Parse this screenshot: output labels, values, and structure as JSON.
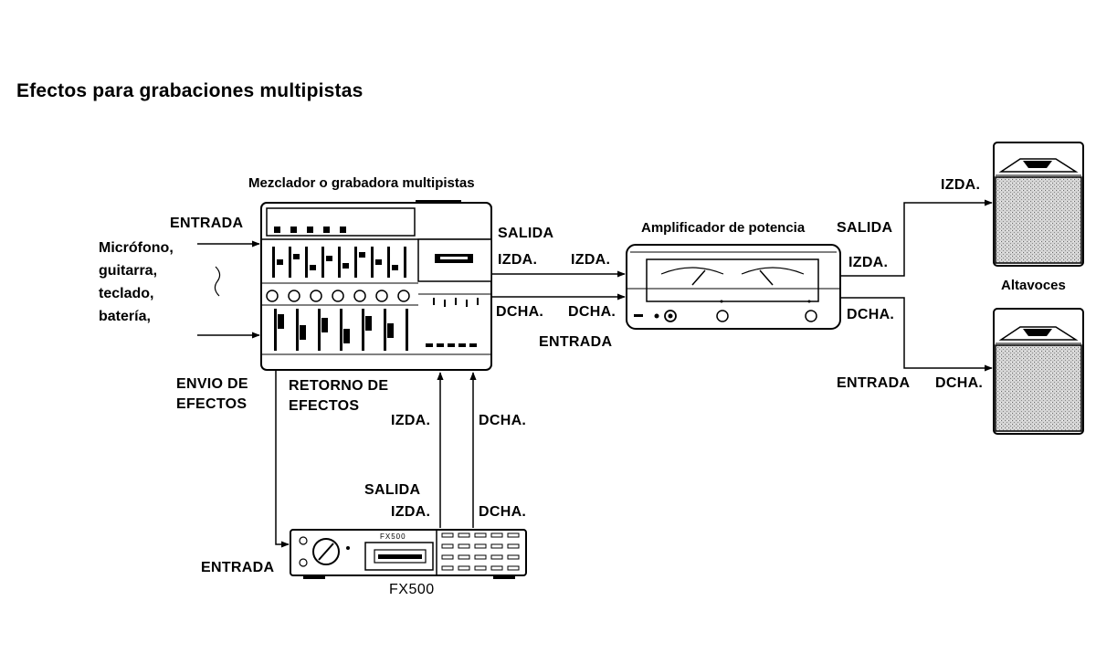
{
  "title": "Efectos para grabaciones multipistas",
  "mixer": {
    "label": "Mezclador o grabadora multipistas",
    "input_label": "ENTRADA",
    "sources": [
      "Micrófono,",
      "guitarra,",
      "teclado,",
      "batería,"
    ],
    "send_label": [
      "ENVIO DE",
      "EFECTOS"
    ],
    "return_label": [
      "RETORNO DE",
      "EFECTOS"
    ],
    "output_label": "SALIDA",
    "out_left": "IZDA.",
    "out_right": "DCHA."
  },
  "amplifier": {
    "label": "Amplificador de potencia",
    "input_label": "ENTRADA",
    "in_left": "IZDA.",
    "in_right": "DCHA.",
    "output_label": "SALIDA",
    "out_left": "IZDA.",
    "out_right": "DCHA."
  },
  "speakers": {
    "label": "Altavoces",
    "left_label": "IZDA.",
    "right_label": "DCHA.",
    "input_label": "ENTRADA"
  },
  "fx": {
    "name": "FX500",
    "panel_text": "FX500",
    "input_label": "ENTRADA",
    "output_label": "SALIDA",
    "out_left": "IZDA.",
    "out_right": "DCHA.",
    "return_left": "IZDA.",
    "return_right": "DCHA."
  }
}
